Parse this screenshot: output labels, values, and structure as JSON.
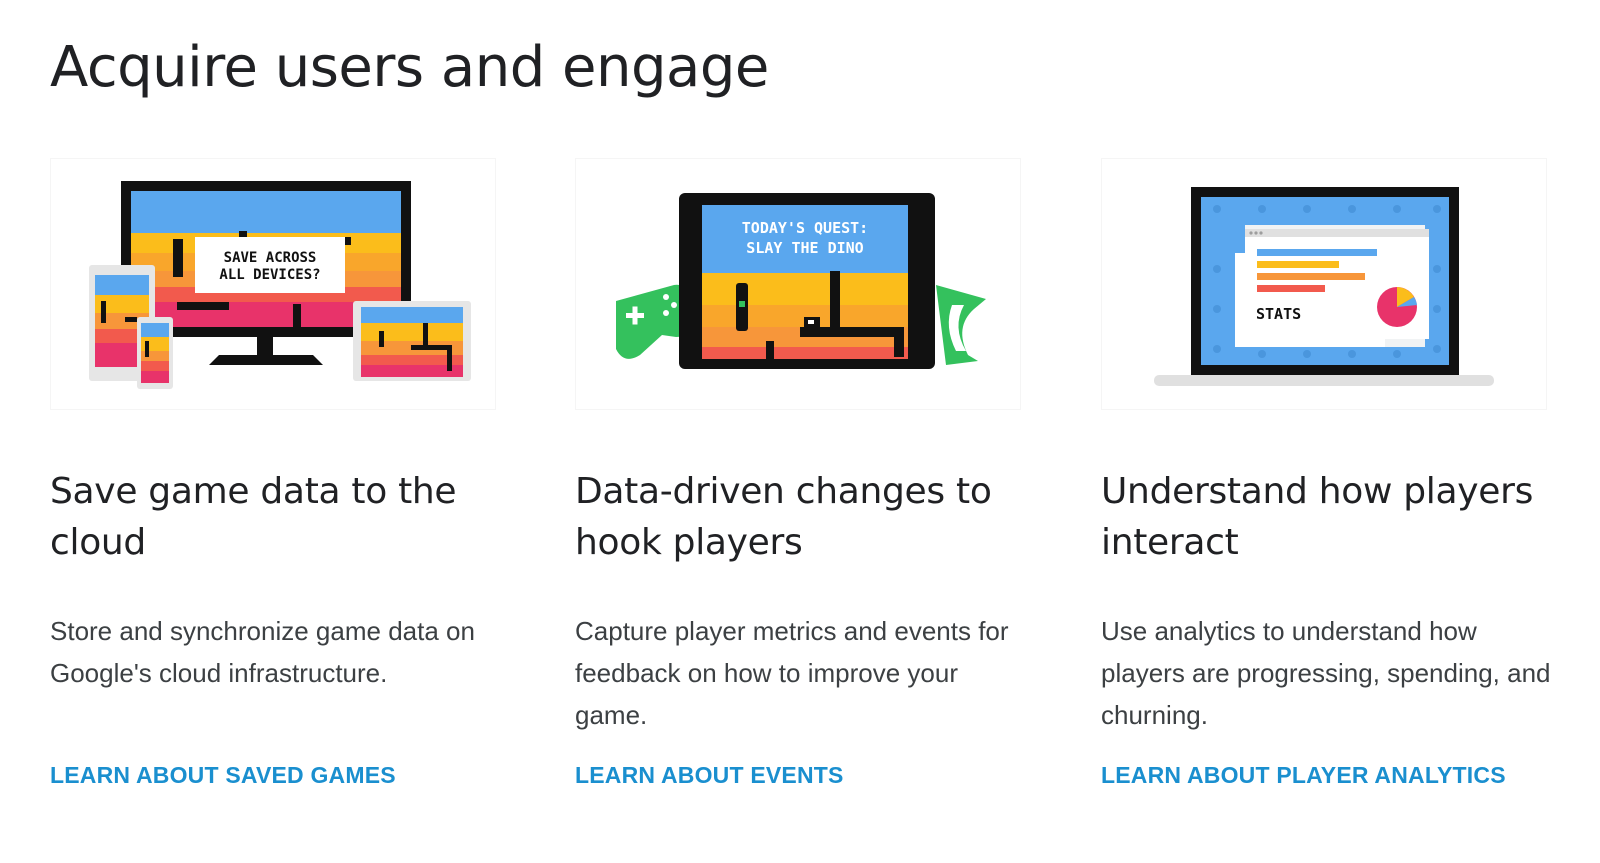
{
  "section": {
    "title": "Acquire users and engage"
  },
  "cards": [
    {
      "title": "Save game data to the cloud",
      "description": "Store and synchronize game data on Google's cloud infrastructure.",
      "link": "LEARN ABOUT SAVED GAMES",
      "illustration_text": [
        "SAVE ACROSS",
        "ALL DEVICES?"
      ]
    },
    {
      "title": "Data-driven changes to hook players",
      "description": "Capture player metrics and events for feedback on how to improve your game.",
      "link": "LEARN ABOUT EVENTS",
      "illustration_text": [
        "TODAY'S QUEST:",
        "SLAY THE DINO"
      ]
    },
    {
      "title": "Understand how players interact",
      "description": "Use analytics to understand how players are progressing, spending, and churning.",
      "link": "LEARN ABOUT PLAYER ANALYTICS",
      "illustration_text": [
        "STATS"
      ]
    }
  ],
  "colors": {
    "link": "#1a8fcf",
    "sky": "#5aa7ee",
    "yellow": "#fbbd1b",
    "orange": "#f7963a",
    "pink": "#e8336a",
    "green": "#34c15d"
  }
}
